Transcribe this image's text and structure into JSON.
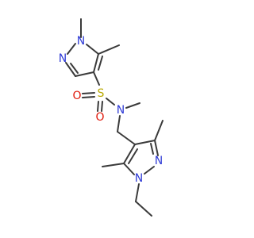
{
  "molecule": {
    "atoms": {
      "N1": "N",
      "N2": "N",
      "S": "S",
      "O_left": "O",
      "O_bottom": "O",
      "N_amide": "N",
      "N3": "N",
      "N4": "N"
    }
  },
  "colors": {
    "nitrogen": "#2f3bd6",
    "oxygen": "#e0190b",
    "sulfur": "#b8a800",
    "bond": "#3a3a3a"
  }
}
